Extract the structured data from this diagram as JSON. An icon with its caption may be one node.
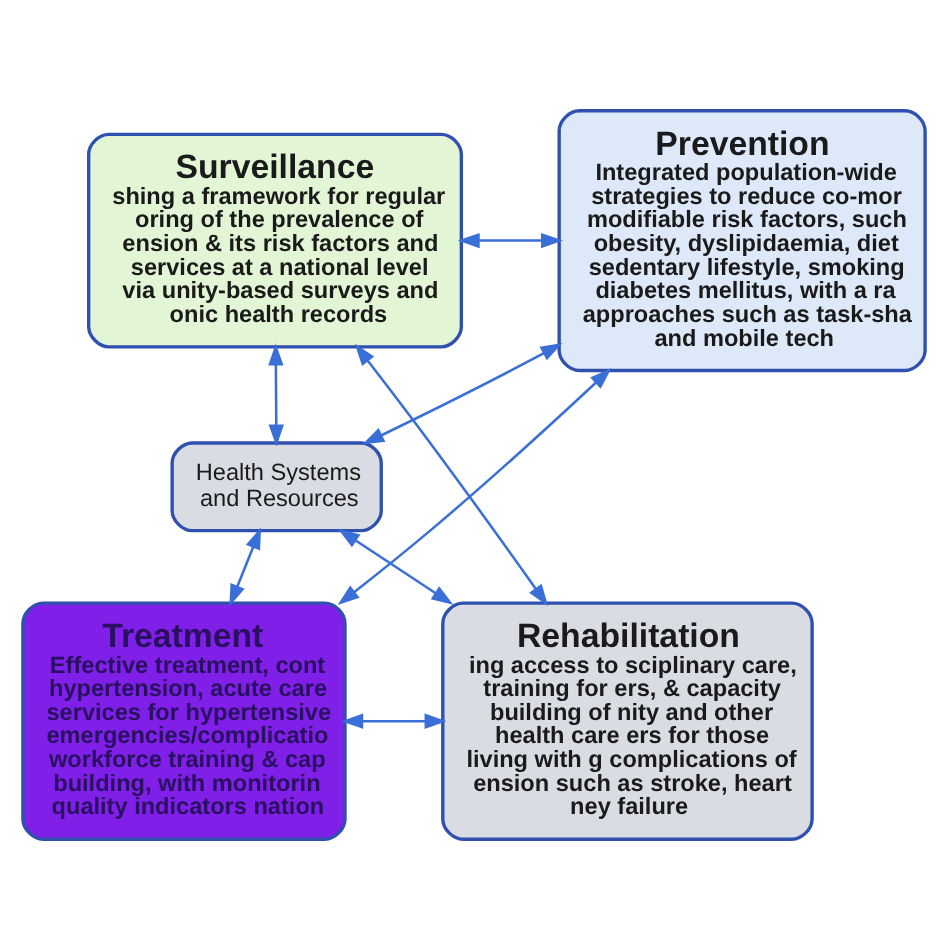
{
  "diagram": {
    "nodes": [
      {
        "text": [
          "Surveillance",
          "shing a framework for regular oring of the prevalence of ension & its risk factors and services at a national level via unity-based surveys and onic health records"
        ]
      },
      {
        "text": [
          "Prevention",
          "Integrated population-wide strategies to reduce co-mor modifiable risk factors, such obesity, dyslipidaemia, diet sedentary lifestyle, smoking diabetes mellitus, with a ra approaches such as task-sha and mobile tech"
        ]
      },
      {
        "text": [
          "Health Systems and Resources"
        ]
      },
      {
        "text": [
          "Rehabilitation",
          "ing access to sciplinary care, training for ers, & capacity building of nity and other health care ers for those living with g complications of ension such as stroke, heart ney failure"
        ]
      },
      {
        "text": [
          "Treatment",
          "Effective treatment, cont hypertension, acute care services for hypertensive emergencies/complicatio workforce training & cap building, with monitorin quality indicators nation"
        ]
      }
    ],
    "edges": [
      {
        "from": 0,
        "to": 1,
        "arrow": "both"
      },
      {
        "from": 0,
        "to": 2,
        "arrow": "both"
      },
      {
        "from": 1,
        "to": 2,
        "arrow": "both"
      },
      {
        "from": 0,
        "to": 3,
        "arrow": "both"
      },
      {
        "from": 1,
        "to": 4,
        "arrow": "both"
      },
      {
        "from": 2,
        "to": 3,
        "arrow": "both"
      },
      {
        "from": 2,
        "to": 4,
        "arrow": "both"
      },
      {
        "from": 4,
        "to": 3,
        "arrow": "both"
      }
    ]
  }
}
